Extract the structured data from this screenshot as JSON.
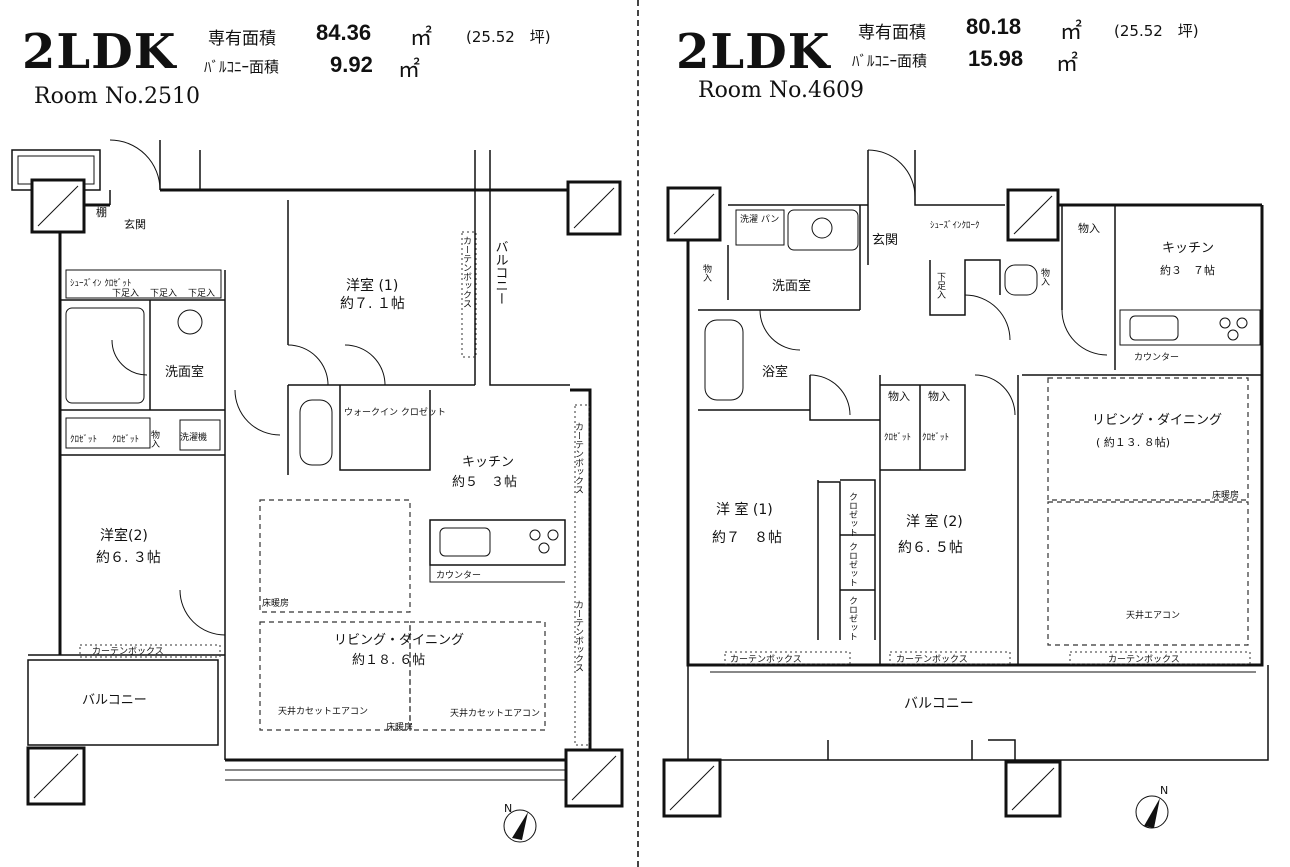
{
  "left": {
    "type": "2LDK",
    "room_no": "Room  No.2510",
    "exclusive_label": "専有面積",
    "exclusive_area": "84.36",
    "unit": "㎡",
    "tsubo": "(25.52　坪)",
    "balcony_label": "ﾊﾞﾙｺﾆｰ面積",
    "balcony_area": "9.92",
    "rooms": {
      "shoes": "棚",
      "entrance": "玄関",
      "western1": "洋室 (1)",
      "western1_size": "約７. １帖",
      "balcony_side": "バルコニー",
      "curtain_box_v1": "カーテンボックス",
      "kutsu": "ｼｭｰｽﾞｲﾝ ｸﾛｾﾞｯﾄ",
      "storage1": "下足入",
      "storage2": "下足入",
      "storage3": "下足入",
      "washroom": "洗面室",
      "walkin": "ウォークイン クロゼット",
      "kitchen": "キッチン",
      "kitchen_size": "約５　３帖",
      "curtain_box_v2": "カーテンボックス",
      "closet1": "ｸﾛｾﾞｯﾄ",
      "closet2": "ｸﾛｾﾞｯﾄ",
      "storage4": "物入",
      "laundry": "洗濯機",
      "western2": "洋室(2)",
      "western2_size": "約６. ３帖",
      "counter": "カウンター",
      "floor_heat1": "床暖房",
      "curtain_box_v3": "カーテンボックス",
      "curtain_box_h": "カーテンボックス",
      "ldk": "リビング・ダイニング",
      "ldk_size": "約１８. ６帖",
      "balcony_bottom": "バルコニー",
      "aircon1": "天井カセットエアコン",
      "aircon2": "天井カセットエアコン",
      "floor_heat2": "床暖房"
    }
  },
  "right": {
    "type": "2LDK",
    "room_no": "Room  No.4609",
    "exclusive_label": "専有面積",
    "exclusive_area": "80.18",
    "unit": "㎡",
    "tsubo": "(25.52　坪)",
    "balcony_label": "ﾊﾞﾙｺﾆｰ面積",
    "balcony_area": "15.98",
    "rooms": {
      "laundry": "洗濯 パン",
      "entrance": "玄関",
      "shoes_closet": "ｼｭｰｽﾞｲﾝｸﾛｰｸ",
      "storage1": "物入",
      "storage_left": "物入",
      "washroom": "洗面室",
      "shoes_storage": "下足入",
      "storage2": "物入",
      "kitchen": "キッチン",
      "kitchen_size": "約３　７帖",
      "counter": "カウンター",
      "bath": "浴室",
      "storage3": "物入",
      "storage4": "物入",
      "closet1": "ｸﾛｾﾞｯﾄ",
      "closet2": "ｸﾛｾﾞｯﾄ",
      "ldk": "リビング・ダイニング",
      "ldk_size": "( 約１３. ８帖)",
      "floor_heat": "床暖房",
      "western1": "洋 室 (1)",
      "western1_size": "約７　８帖",
      "western2": "洋 室 (2)",
      "western2_size": "約６. ５帖",
      "closet_a": "クロゼット",
      "closet_b": "クロゼット",
      "closet_c": "クロゼット",
      "aircon": "天井エアコン",
      "curtain_box1": "カーテンボックス",
      "curtain_box2": "カーテンボックス",
      "curtain_box3": "カーテンボックス",
      "balcony": "バルコニー"
    }
  },
  "compass_label": "N"
}
